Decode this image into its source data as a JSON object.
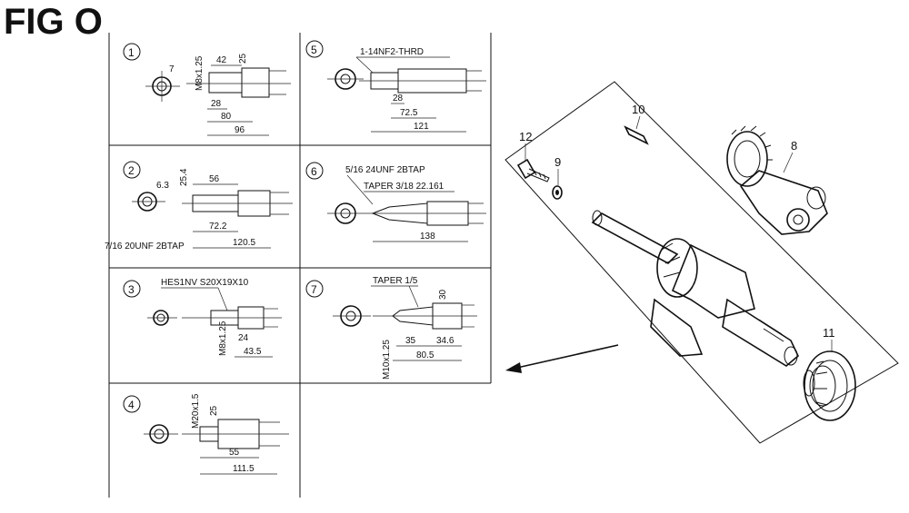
{
  "figure": {
    "title": "FIG O"
  },
  "variants": [
    {
      "number": "1",
      "labels": [
        "7",
        "M8x1.25",
        "42",
        "25",
        "28",
        "80",
        "96"
      ]
    },
    {
      "number": "2",
      "labels": [
        "6.3",
        "25.4",
        "56",
        "72.2",
        "120.5",
        "7/16 20UNF 2BTAP"
      ]
    },
    {
      "number": "3",
      "labels": [
        "HES1NV S20X19X10",
        "M8x1.25",
        "24",
        "43.5"
      ]
    },
    {
      "number": "4",
      "labels": [
        "M20x1.5",
        "25",
        "55",
        "111.5"
      ]
    },
    {
      "number": "5",
      "labels": [
        "1-14NF2-THRD",
        "28",
        "72.5",
        "121"
      ]
    },
    {
      "number": "6",
      "labels": [
        "5/16 24UNF 2BTAP",
        "TAPER 3/18 22.161",
        "138"
      ]
    },
    {
      "number": "7",
      "labels": [
        "TAPER 1/5",
        "30",
        "35",
        "34.6",
        "80.5",
        "M10x1.25"
      ]
    }
  ],
  "parts": [
    {
      "callout": "8",
      "name_icon": "camshaft-gear-icon"
    },
    {
      "callout": "9",
      "name_icon": "washer-icon"
    },
    {
      "callout": "10",
      "name_icon": "key-icon"
    },
    {
      "callout": "11",
      "name_icon": "bearing-icon"
    },
    {
      "callout": "12",
      "name_icon": "bolt-icon"
    }
  ]
}
